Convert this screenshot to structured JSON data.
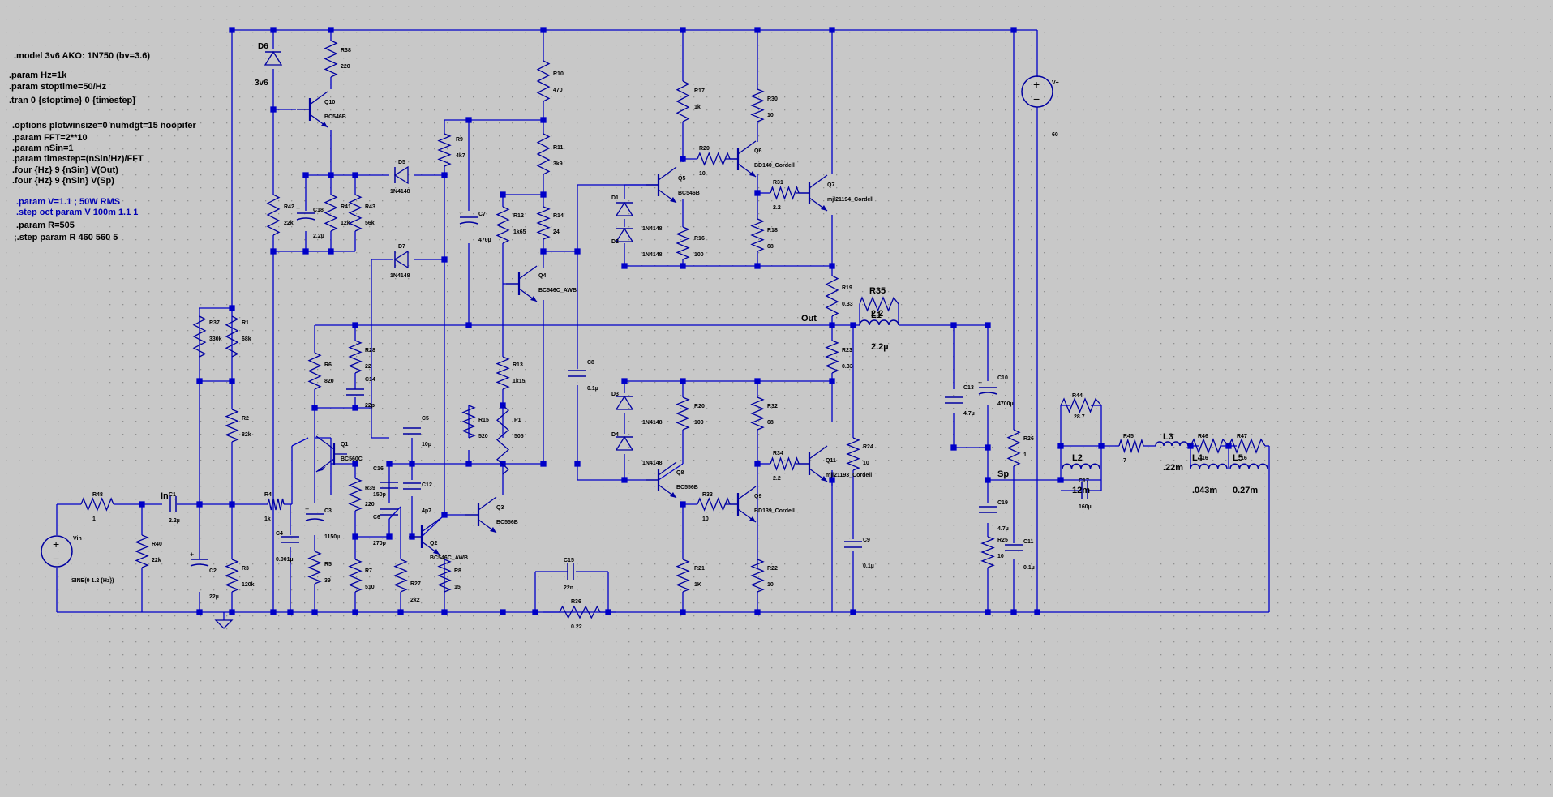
{
  "colors": {
    "background": "#c8c8c8",
    "grid_dot": "#8f8f8f",
    "wire": "#0000c8",
    "component": "#0000a0",
    "label": "#000000",
    "directive_blue": "#0000b4"
  },
  "directives": [
    {
      "id": "model",
      "text": ".model 3v6 AKO: 1N750 (bv=3.6)",
      "blue": false
    },
    {
      "id": "hz",
      "text": ".param Hz=1k",
      "blue": false
    },
    {
      "id": "stoptime",
      "text": ".param stoptime=50/Hz",
      "blue": false
    },
    {
      "id": "tran",
      "text": ".tran 0 {stoptime} 0 {timestep}",
      "blue": false
    },
    {
      "id": "options",
      "text": ".options plotwinsize=0 numdgt=15 noopiter",
      "blue": false
    },
    {
      "id": "fft",
      "text": ".param FFT=2**10",
      "blue": false
    },
    {
      "id": "nsin",
      "text": ".param nSin=1",
      "blue": false
    },
    {
      "id": "timestep",
      "text": ".param timestep=(nSin/Hz)/FFT",
      "blue": false
    },
    {
      "id": "four_out",
      "text": ".four {Hz} 9 {nSin} V(Out)",
      "blue": false
    },
    {
      "id": "four_sp",
      "text": ".four {Hz} 9 {nSin} V(Sp)",
      "blue": false
    },
    {
      "id": "paramv",
      "text": ".param V=1.1 ; 50W RMS",
      "blue": true
    },
    {
      "id": "step",
      "text": ".step oct param V 100m 1.1 1",
      "blue": true
    },
    {
      "id": "paramr",
      "text": ".param R=505",
      "blue": false
    },
    {
      "id": "steprem",
      "text": ";.step param R 460 560 5",
      "blue": false
    }
  ],
  "net_labels": [
    {
      "id": "in",
      "text": "In"
    },
    {
      "id": "out",
      "text": "Out"
    },
    {
      "id": "sp",
      "text": "Sp"
    }
  ],
  "resistors": [
    {
      "ref": "R38",
      "value": "220"
    },
    {
      "ref": "R10",
      "value": "470"
    },
    {
      "ref": "R17",
      "value": "1k"
    },
    {
      "ref": "R30",
      "value": "10"
    },
    {
      "ref": "R9",
      "value": "4k7"
    },
    {
      "ref": "R11",
      "value": "3k9"
    },
    {
      "ref": "R29",
      "value": "10"
    },
    {
      "ref": "R31",
      "value": "2.2"
    },
    {
      "ref": "R42",
      "value": "22k"
    },
    {
      "ref": "R41",
      "value": "12k"
    },
    {
      "ref": "R43",
      "value": "56k"
    },
    {
      "ref": "R12",
      "value": "1k65"
    },
    {
      "ref": "R14",
      "value": "24"
    },
    {
      "ref": "R16",
      "value": "100"
    },
    {
      "ref": "R18",
      "value": "68"
    },
    {
      "ref": "R19",
      "value": "0.33"
    },
    {
      "ref": "R35",
      "value": "2.2"
    },
    {
      "ref": "R37",
      "value": "330k"
    },
    {
      "ref": "R1",
      "value": "68k"
    },
    {
      "ref": "R6",
      "value": "820"
    },
    {
      "ref": "R28",
      "value": "22"
    },
    {
      "ref": "R23",
      "value": "0.33"
    },
    {
      "ref": "R13",
      "value": "1k15"
    },
    {
      "ref": "R20",
      "value": "100"
    },
    {
      "ref": "R32",
      "value": "68"
    },
    {
      "ref": "R2",
      "value": "82k"
    },
    {
      "ref": "R15",
      "value": "520"
    },
    {
      "ref": "P1",
      "value": "505"
    },
    {
      "ref": "R44",
      "value": "28.7"
    },
    {
      "ref": "R24",
      "value": "10"
    },
    {
      "ref": "R26",
      "value": "1"
    },
    {
      "ref": "R34",
      "value": "2.2"
    },
    {
      "ref": "R45",
      "value": "7"
    },
    {
      "ref": "R46",
      "value": "16"
    },
    {
      "ref": "R47",
      "value": "16"
    },
    {
      "ref": "R39",
      "value": "220"
    },
    {
      "ref": "R48",
      "value": "1"
    },
    {
      "ref": "R4",
      "value": "1k"
    },
    {
      "ref": "R33",
      "value": "10"
    },
    {
      "ref": "R40",
      "value": "22k"
    },
    {
      "ref": "R3",
      "value": "120k"
    },
    {
      "ref": "R25",
      "value": "10"
    },
    {
      "ref": "R5",
      "value": "39"
    },
    {
      "ref": "R7",
      "value": "510"
    },
    {
      "ref": "R27",
      "value": "2k2"
    },
    {
      "ref": "R8",
      "value": "15"
    },
    {
      "ref": "R21",
      "value": "1K"
    },
    {
      "ref": "R22",
      "value": "10"
    },
    {
      "ref": "R36",
      "value": "0.22"
    }
  ],
  "capacitors": [
    {
      "ref": "C18",
      "value": "2.2µ"
    },
    {
      "ref": "C7",
      "value": "470µ"
    },
    {
      "ref": "C14",
      "value": "22p"
    },
    {
      "ref": "C8",
      "value": "0.1µ"
    },
    {
      "ref": "C13",
      "value": "4.7µ"
    },
    {
      "ref": "C10",
      "value": "4700µ"
    },
    {
      "ref": "C5",
      "value": "10p"
    },
    {
      "ref": "C16",
      "value": "150p"
    },
    {
      "ref": "C12",
      "value": "4p7"
    },
    {
      "ref": "C1",
      "value": "2.2µ"
    },
    {
      "ref": "C6",
      "value": "270p"
    },
    {
      "ref": "C3",
      "value": "1150µ"
    },
    {
      "ref": "C4",
      "value": "0.001µ"
    },
    {
      "ref": "C17",
      "value": "160µ"
    },
    {
      "ref": "C19",
      "value": "4.7µ"
    },
    {
      "ref": "C9",
      "value": "0.1µ"
    },
    {
      "ref": "C11",
      "value": "0.1µ"
    },
    {
      "ref": "C2",
      "value": "22µ"
    },
    {
      "ref": "C15",
      "value": "22n"
    }
  ],
  "transistors": [
    {
      "ref": "Q10",
      "model": "BC546B"
    },
    {
      "ref": "Q6",
      "model": "BD140_Cordell"
    },
    {
      "ref": "Q5",
      "model": "BC546B"
    },
    {
      "ref": "Q7",
      "model": "mjl21194_Cordell"
    },
    {
      "ref": "Q4",
      "model": "BC546C_AWB"
    },
    {
      "ref": "Q1",
      "model": "BC560C"
    },
    {
      "ref": "Q11",
      "model": "mjl21193_Cordell"
    },
    {
      "ref": "Q8",
      "model": "BC556B"
    },
    {
      "ref": "Q9",
      "model": "BD139_Cordell"
    },
    {
      "ref": "Q3",
      "model": "BC556B"
    },
    {
      "ref": "Q2",
      "model": "BC546C_AWB"
    }
  ],
  "diodes": [
    {
      "ref": "D6",
      "model": "3v6"
    },
    {
      "ref": "D5",
      "model": "1N4148"
    },
    {
      "ref": "D7",
      "model": "1N4148"
    },
    {
      "ref": "D1",
      "model": "1N4148"
    },
    {
      "ref": "D2",
      "model": "1N4148"
    },
    {
      "ref": "D3",
      "model": "1N4148"
    },
    {
      "ref": "D4",
      "model": "1N4148"
    }
  ],
  "inductors": [
    {
      "ref": "L1",
      "value": "2.2µ"
    },
    {
      "ref": "L2",
      "value": "12m"
    },
    {
      "ref": "L3",
      "value": ".22m"
    },
    {
      "ref": "L4",
      "value": ".043m"
    },
    {
      "ref": "L5",
      "value": "0.27m"
    }
  ],
  "sources": [
    {
      "ref": "V+",
      "value": "60"
    },
    {
      "ref": "Vin",
      "value": "SINE(0 1.2 {Hz})"
    }
  ]
}
